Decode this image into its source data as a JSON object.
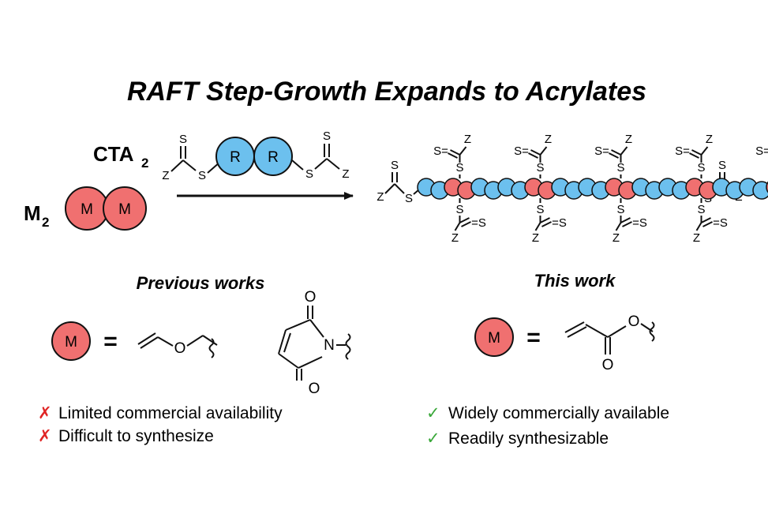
{
  "title": "RAFT Step-Growth Expands to Acrylates",
  "reagents": {
    "cta_label": "CTA",
    "cta_subscript": "2",
    "monomer_label": "M",
    "monomer_subscript": "2",
    "monomer_unit": "M",
    "r_unit": "R",
    "z_group": "Z",
    "sulfur": "S"
  },
  "previous": {
    "heading": "Previous works",
    "m_label": "M",
    "equals": "=",
    "oxygen": "O",
    "nitrogen": "N",
    "cons": [
      {
        "mark": "✗",
        "text": "Limited commercial availability"
      },
      {
        "mark": "✗",
        "text": "Difficult to synthesize"
      }
    ]
  },
  "current": {
    "heading": "This work",
    "m_label": "M",
    "equals": "=",
    "oxygen": "O",
    "pros": [
      {
        "mark": "✓",
        "text": "Widely commercially available"
      },
      {
        "mark": "✓",
        "text": "Readily synthesizable"
      }
    ]
  },
  "colors": {
    "monomer_red": "#f07070",
    "cta_blue": "#6cc0ee",
    "cross_red": "#e02424",
    "check_green": "#3aa83a",
    "ink": "#111111"
  }
}
